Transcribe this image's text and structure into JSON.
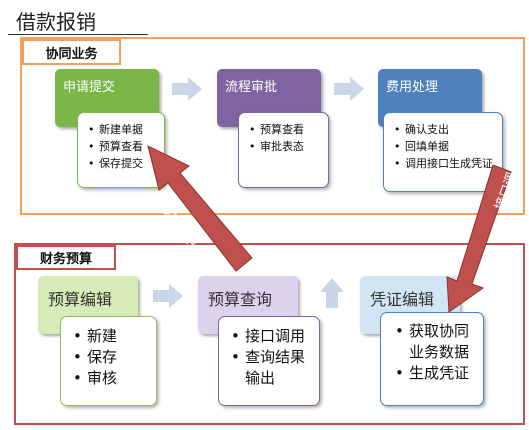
{
  "title": "借款报销",
  "sections": {
    "top": {
      "label": "协同业务",
      "color": "#F5A05A"
    },
    "bottom": {
      "label": "财务预算",
      "color": "#C0504D"
    }
  },
  "arrows": {
    "left_label": "接口调用",
    "right_label": "接口调用",
    "color": "#C0504D"
  },
  "top_steps": [
    {
      "title": "申请提交",
      "color": "#7AB648",
      "items": [
        "新建单据",
        "预算查看",
        "保存提交"
      ]
    },
    {
      "title": "流程审批",
      "color": "#8064A2",
      "items": [
        "预算查看",
        "审批表态"
      ]
    },
    {
      "title": "费用处理",
      "color": "#4F81BD",
      "items": [
        "确认支出",
        "回填单据",
        "调用接口生成凭证"
      ]
    }
  ],
  "bottom_steps": [
    {
      "title": "预算编辑",
      "color": "#D7EBB8",
      "items": [
        "新建",
        "保存",
        "审核"
      ]
    },
    {
      "title": "预算查询",
      "color": "#DCD2EC",
      "items": [
        "接口调用",
        "查询结果输出"
      ]
    },
    {
      "title": "凭证编辑",
      "color": "#D0E6F4",
      "items": [
        "获取协同业务数据",
        "生成凭证"
      ]
    }
  ]
}
